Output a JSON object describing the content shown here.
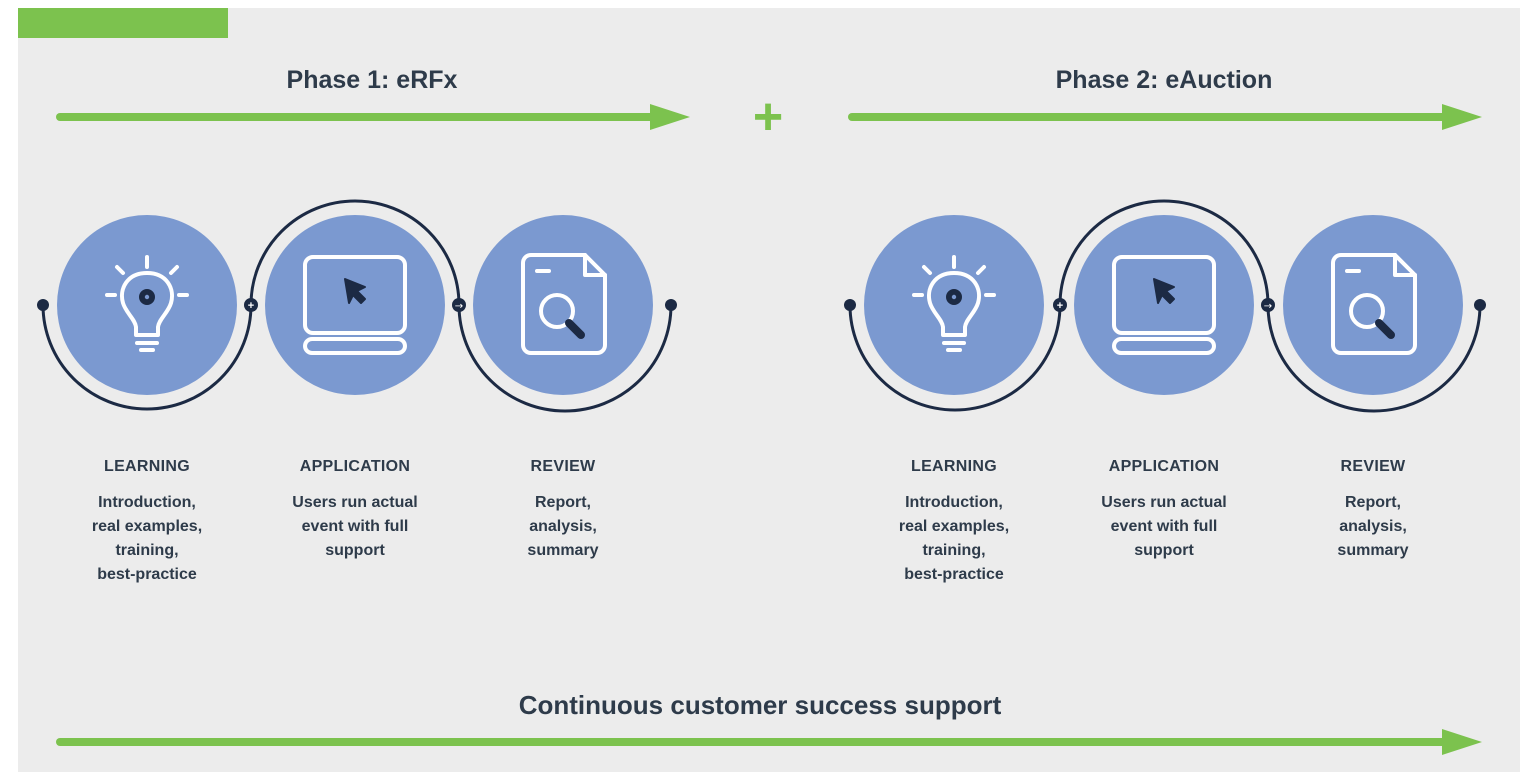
{
  "phases": [
    {
      "title": "Phase 1: eRFx",
      "steps": [
        {
          "icon": "lightbulb-gear-icon",
          "title": "LEARNING",
          "desc": "Introduction,\nreal examples,\ntraining,\nbest-practice"
        },
        {
          "icon": "monitor-cursor-icon",
          "title": "APPLICATION",
          "desc": "Users run actual\nevent with full\nsupport"
        },
        {
          "icon": "document-search-icon",
          "title": "REVIEW",
          "desc": "Report,\nanalysis,\nsummary"
        }
      ]
    },
    {
      "title": "Phase 2: eAuction",
      "steps": [
        {
          "icon": "lightbulb-gear-icon",
          "title": "LEARNING",
          "desc": "Introduction,\nreal examples,\ntraining,\nbest-practice"
        },
        {
          "icon": "monitor-cursor-icon",
          "title": "APPLICATION",
          "desc": "Users run actual\nevent with full\nsupport"
        },
        {
          "icon": "document-search-icon",
          "title": "REVIEW",
          "desc": "Report,\nanalysis,\nsummary"
        }
      ]
    }
  ],
  "connector_symbol": "+",
  "bottom_title": "Continuous customer success support",
  "colors": {
    "accent_green": "#7cc24e",
    "circle_blue": "#7b99d0",
    "line_navy": "#1c2a44",
    "text_dark": "#2e3b4a",
    "background": "#ececec"
  }
}
